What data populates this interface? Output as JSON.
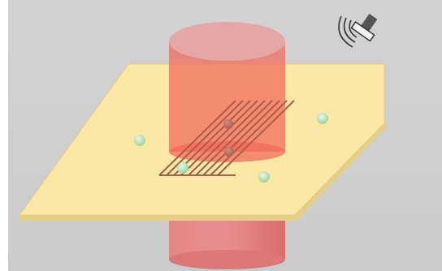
{
  "background": {
    "top": "#d2d2d2",
    "bottom": "#cbcbcb"
  },
  "plate": {
    "fill": "#fbe7a5",
    "edge": "#e6cf85",
    "stroke": "#e3c98a"
  },
  "cylinder": {
    "top_fill": "#e5a6a6",
    "body_fill": "#e07b7b",
    "lower_fill": "#de7070"
  },
  "grating": {
    "line_color": "#a9886a",
    "line_count": 9
  },
  "sensors": {
    "color": "#b8e4b4",
    "count": 4
  },
  "particles": {
    "color": "#b8705e",
    "count": 2
  },
  "icons": {
    "sound": "speaker-sound-waves-icon"
  }
}
